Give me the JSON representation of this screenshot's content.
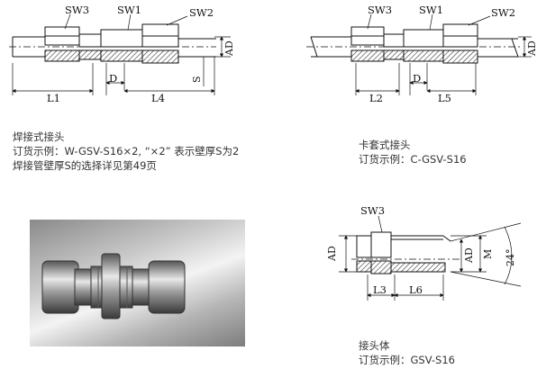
{
  "top_left": {
    "labels": {
      "sw3": "SW3",
      "sw1": "SW1",
      "sw2": "SW2",
      "ad": "AD",
      "l1": "L1",
      "d": "D",
      "l4": "L4",
      "s": "S"
    },
    "caption": [
      "焊接式接头",
      "订货示例：W-GSV-S16×2, “×2” 表示壁厚S为2",
      "焊接管壁厚S的选择详见第49页"
    ]
  },
  "top_right": {
    "labels": {
      "sw3": "SW3",
      "sw1": "SW1",
      "sw2": "SW2",
      "ad": "AD",
      "l2": "L2",
      "d": "D",
      "l5": "L5"
    },
    "caption": [
      "卡套式接头",
      "订货示例：C-GSV-S16"
    ]
  },
  "bottom_right": {
    "labels": {
      "sw3": "SW3",
      "ad_left": "AD",
      "ad_right": "AD",
      "m": "M",
      "angle": "24°",
      "l3": "L3",
      "l6": "L6"
    },
    "caption": [
      "接头体",
      "订货示例：GSV-S16"
    ]
  },
  "colors": {
    "line": "#111111",
    "hatch": "#333333",
    "caption": "#333333"
  }
}
